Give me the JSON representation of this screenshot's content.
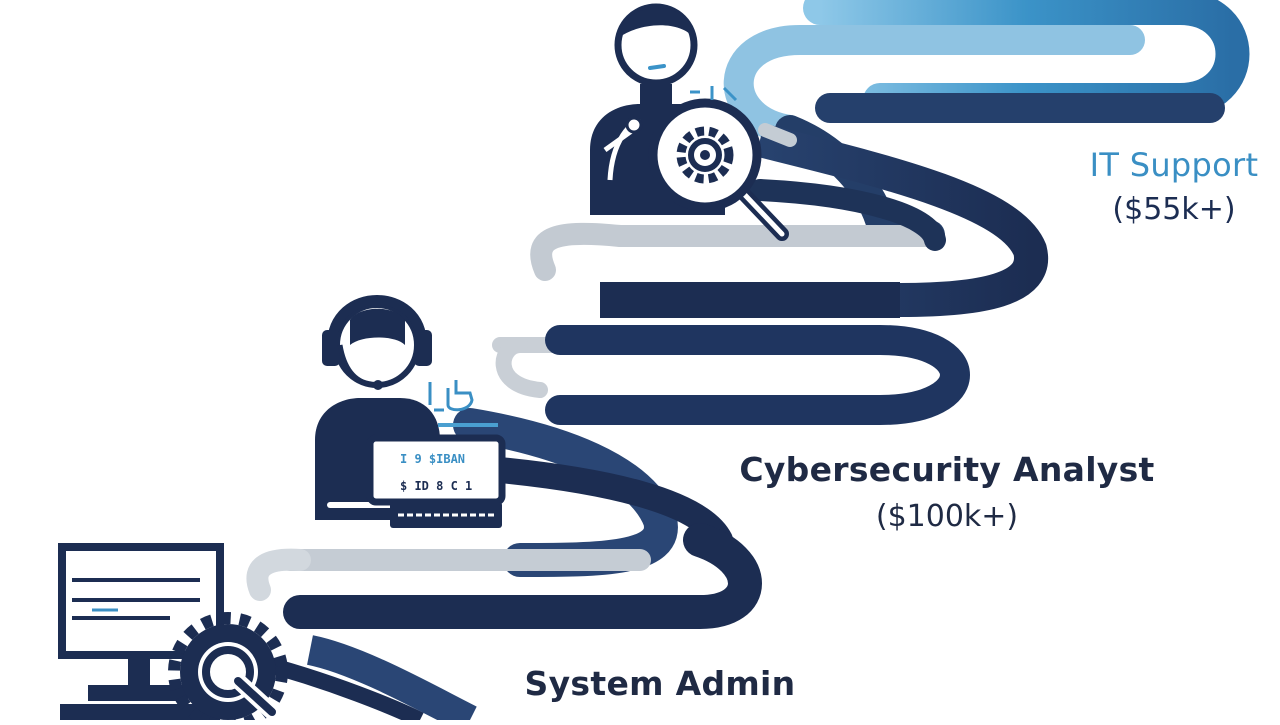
{
  "colors": {
    "navy": "#1c2d52",
    "navy_mid": "#2b4a7c",
    "blue_light": "#4a9fd0",
    "gray": "#b9c0c8",
    "gray_light": "#d6dbe0",
    "white": "#ffffff"
  },
  "steps": [
    {
      "role": "IT Support",
      "salary": "($55k+)",
      "icon": "magnifier-gear-icon",
      "accent": "#3a8fc4"
    },
    {
      "role": "Cybersecurity Analyst",
      "salary": "($100k+)",
      "icon": "headset-laptop-icon",
      "accent": "#1f2a44"
    },
    {
      "role": "System Admin",
      "salary": "",
      "icon": "monitor-gear-icon",
      "accent": "#1f2a44"
    }
  ],
  "screen_text": {
    "line1": "I 9 $IBAN",
    "line2": "$ ID 8 C 1"
  }
}
